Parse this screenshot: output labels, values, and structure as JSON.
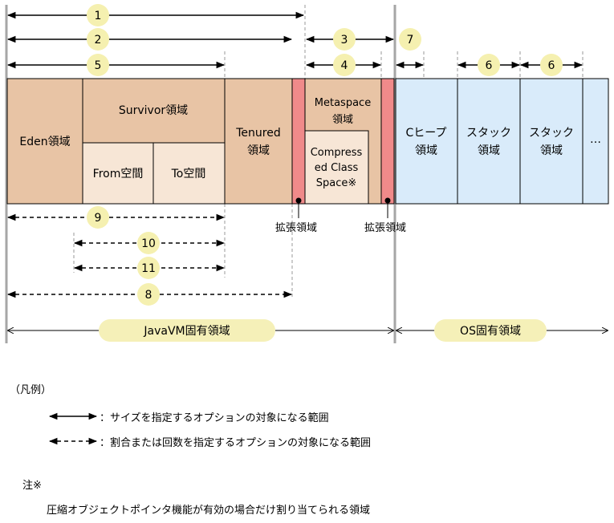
{
  "labels": {
    "eden": "Eden領域",
    "survivor": "Survivor領域",
    "from": "From空間",
    "to": "To空間",
    "tenured_1": "Tenured",
    "tenured_2": "領域",
    "metaspace_1": "Metaspace",
    "metaspace_2": "領域",
    "compressed_1": "Compress",
    "compressed_2": "ed Class",
    "compressed_3": "Space※",
    "cheap_1": "Cヒープ",
    "cheap_2": "領域",
    "stack1_1": "スタック",
    "stack1_2": "領域",
    "stack2_1": "スタック",
    "stack2_2": "領域",
    "ellipsis": "…",
    "ext1": "拡張領域",
    "ext2": "拡張領域",
    "javavm_area": "JavaVM固有領域",
    "os_area": "OS固有領域"
  },
  "badges": [
    "1",
    "2",
    "3",
    "4",
    "5",
    "6",
    "6",
    "7",
    "9",
    "10",
    "11",
    "8"
  ],
  "legend": {
    "title": "（凡例）",
    "solid": "：サイズを指定するオプションの対象になる範囲",
    "dashed": "：割合または回数を指定するオプションの対象になる範囲",
    "note_title": "注※",
    "note_text": "圧縮オブジェクトポインタ機能が有効の場合だけ割り当てられる領域"
  },
  "colors": {
    "heap_fill": "#e8c4a5",
    "survivor_sub_fill": "#f7e6d6",
    "extension_fill": "#f08a8a",
    "os_fill": "#d9ebfa",
    "badge_fill": "#f5f0b0",
    "area_pill_fill": "#f5f0b8",
    "divider": "#a6a6a6"
  }
}
